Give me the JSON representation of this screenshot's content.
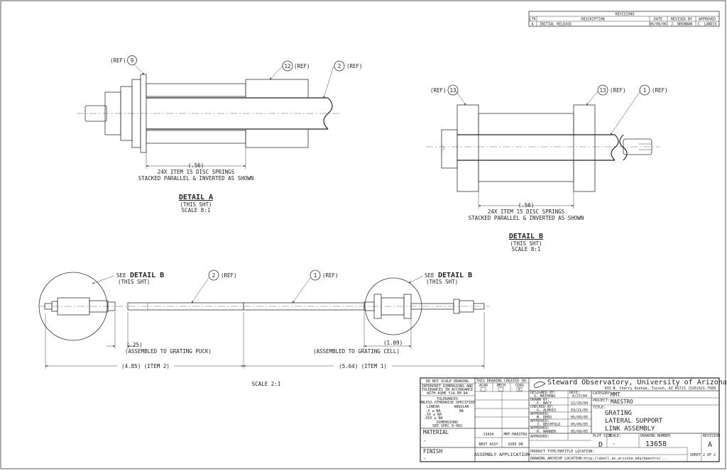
{
  "revisions": {
    "title": "REVISIONS",
    "headers": [
      "LTR",
      "DESCRIPTION",
      "DATE",
      "REVISED BY",
      "APPROVED"
    ],
    "row": [
      "A",
      "INITIAL RELEASE",
      "06/08/06",
      "J. BRENNAN",
      "C. LANDIS"
    ]
  },
  "detail_a": {
    "ref9": "(REF)",
    "bal9": "9",
    "bal12": "12",
    "ref12": "(REF)",
    "bal2": "2",
    "ref2": "(REF)",
    "dim": "(.56)",
    "note1": "24X ITEM 15 DISC SPRINGS",
    "note2": "STACKED PARALLEL & INVERTED AS SHOWN",
    "title": "DETAIL A",
    "sub": "(THIS SHT)",
    "scale": "SCALE 8:1"
  },
  "detail_b": {
    "ref13a": "(REF)",
    "bal13a": "13",
    "bal13b": "13",
    "ref13b": "(REF)",
    "bal1": "1",
    "ref1": "(REF)",
    "dim": "(.56)",
    "note1": "24X ITEM 15 DISC SPRINGS",
    "note2": "STACKED PARALLEL & INVERTED AS SHOWN",
    "title": "DETAIL B",
    "sub": "(THIS SHT)",
    "scale": "SCALE 8:1"
  },
  "main_view": {
    "see1": "SEE",
    "det1": "DETAIL B",
    "sht1": "(THIS SHT)",
    "bal2": "2",
    "ref2": "(REF)",
    "bal1": "1",
    "ref1": "(REF)",
    "see2": "SEE",
    "det2": "DETAIL B",
    "sht2": "(THIS SHT)",
    "dim_25": "(.25)",
    "note_puck": "(ASSEMBLED TO GRATING PUCK)",
    "dim_109": "(1.09)",
    "note_cell": "(ASSEMBLED TO GRATING CELL)",
    "dim_485": "(4.85) (ITEM 2)",
    "dim_564": "(5.64) (ITEM 1)",
    "scale": "SCALE 2:1"
  },
  "title_block": {
    "no_scale": "DO NOT SCALE DRAWING",
    "interpret1": "INTERPRET DIMENSIONS AND",
    "interpret2": "TOLERANCES IN ACCORDANCE",
    "interpret3": "WITH ASME Y14.5M-94",
    "tol1": "TOLERANCES",
    "tol2": "UNLESS OTHERWISE SPECIFIED",
    "tol_lin": "LINEAR",
    "tol_ang": "ANGULAR",
    "tol_x": ".X ± NA",
    "tol_xx": ".XX ± NA",
    "tol_xxx": ".XXX ± NA",
    "tol_na": "NA",
    "dims": "DIMENSIONS",
    "dims2": "SEE SPEC 9-002",
    "created": "THIS DRAWING CREATED IN:",
    "acad": "ACAD",
    "mech": "MECH",
    "cda": "CDAS",
    "checked": "X",
    "material": "MATERIAL",
    "material_val": "-",
    "finish": "FINISH",
    "finish_val": "-",
    "next1": "13434",
    "next2": "MMT-MAESTRO",
    "next_assy": "NEXT ASSY",
    "used_on": "USED ON",
    "assy_app": "ASSEMBLY APPLICATION",
    "company": "Steward Observatory, University of Arizona",
    "address": "933 N. Cherry Avenue, Tucson, AZ 85721   (520)621-7589",
    "designed_lbl": "DESIGNED BY:",
    "designed": "S. MATHEWS",
    "date_lbl": "DATE:",
    "designed_date": "6/27/04",
    "drawn_lbl": "DRAWN BY:",
    "drawn": "P. NACY",
    "drawn_date": "12/29/04",
    "checked_lbl": "CHECKED BY:",
    "checked_by": "G. ALMOIS",
    "checked_date": "03/21/05",
    "approved_lbl": "APPROVED:",
    "approved1": "M. REED",
    "approved1_date": "05/09/05",
    "approved2_lbl": "APPROVED:",
    "approved2": "J. BECHTOLD",
    "approved2_date": "05/09/05",
    "approved3_lbl": "APPROVED:",
    "approved3": "R. WARNER",
    "approved3_date": "05/09/05",
    "approved4_lbl": "APPROVED:",
    "category_lbl": "CATEGORY:",
    "category": "MMT",
    "project_lbl": "PROJECT:",
    "project": "MAESTRO",
    "title_lbl": "TITLE:",
    "title1": "GRATING",
    "title2": "LATERAL SUPPORT",
    "title3": "LINK ASSEMBLY",
    "plot_lbl": "PLOT SIZE",
    "plot": "D",
    "scale_lbl": "SCALE:",
    "scale": "-",
    "dwg_lbl": "DRAWING NUMBER",
    "dwg": "13658",
    "rev_lbl": "REVISION",
    "rev": "A",
    "sheet": "SHEET 2 OF 2",
    "prod1": "PRODUCT TYPE/ENTITLE LOCATION:",
    "prod2": "DRAWING ARCHIVE LOCATION:http://abell.as.arizona.edu/maestro/..."
  }
}
